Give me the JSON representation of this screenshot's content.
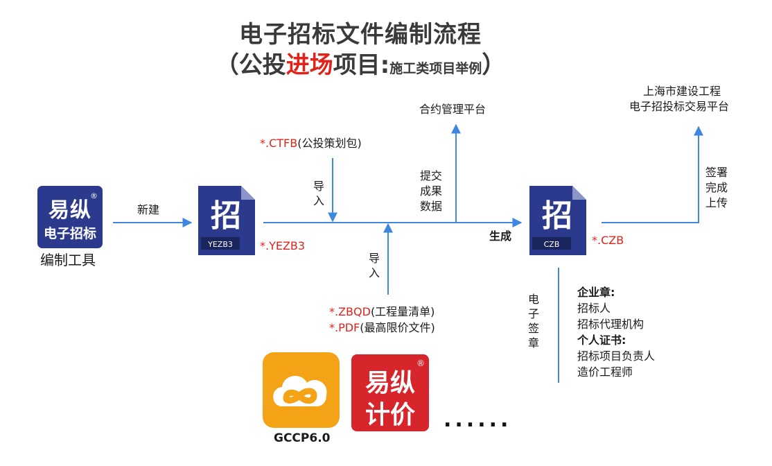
{
  "title": {
    "line1": "电子招标文件编制流程",
    "open_paren": "（",
    "part_a": "公投",
    "part_red": "进场",
    "part_b": "项目:",
    "part_small": "施工类项目举例",
    "close_paren": "）"
  },
  "tool": {
    "logo_line1": "易纵",
    "logo_reg": "®",
    "logo_line2": "电子招标",
    "caption": "编制工具"
  },
  "steps": {
    "new_label": "新建",
    "yezb_icon_char": "招",
    "yezb_icon_tag": "YEZB3",
    "yezb_ext": "*.YEZB3",
    "ctfb_ext": "*.CTFB",
    "ctfb_desc": "(公投策划包)",
    "import_top": "导入",
    "import_bottom": "导入",
    "zbqd_ext": "*.ZBQD",
    "zbqd_desc": "(工程量清单)",
    "pdf_ext": "*.PDF",
    "pdf_desc": "(最高限价文件)",
    "submit_label": "提交成果数据",
    "contract_platform": "合约管理平台",
    "generate_label": "生成",
    "czb_icon_char": "招",
    "czb_icon_tag": "CZB",
    "czb_ext": "*.CZB",
    "sign_upload_label": "签署完成上传",
    "trade_platform_line1": "上海市建设工程",
    "trade_platform_line2": "电子招投标交易平台",
    "esign_label": "电子签章"
  },
  "signatures": {
    "company_seal_title": "企业章:",
    "company_items": [
      "招标人",
      "招标代理机构"
    ],
    "personal_cert_title": "个人证书:",
    "personal_items": [
      "招标项目负责人",
      "造价工程师"
    ]
  },
  "apps": {
    "gccp_caption": "GCCP6.0",
    "yizong_pricing_line1": "易纵",
    "yizong_pricing_line2": "计价",
    "yizong_reg": "®",
    "ellipsis": "......"
  },
  "colors": {
    "line_blue": "#3d87e0",
    "accent_red": "#e0231b",
    "icon_navy": "#2b3a8c",
    "gccp_orange": "#f5a316",
    "pricing_red": "#d6262b"
  }
}
